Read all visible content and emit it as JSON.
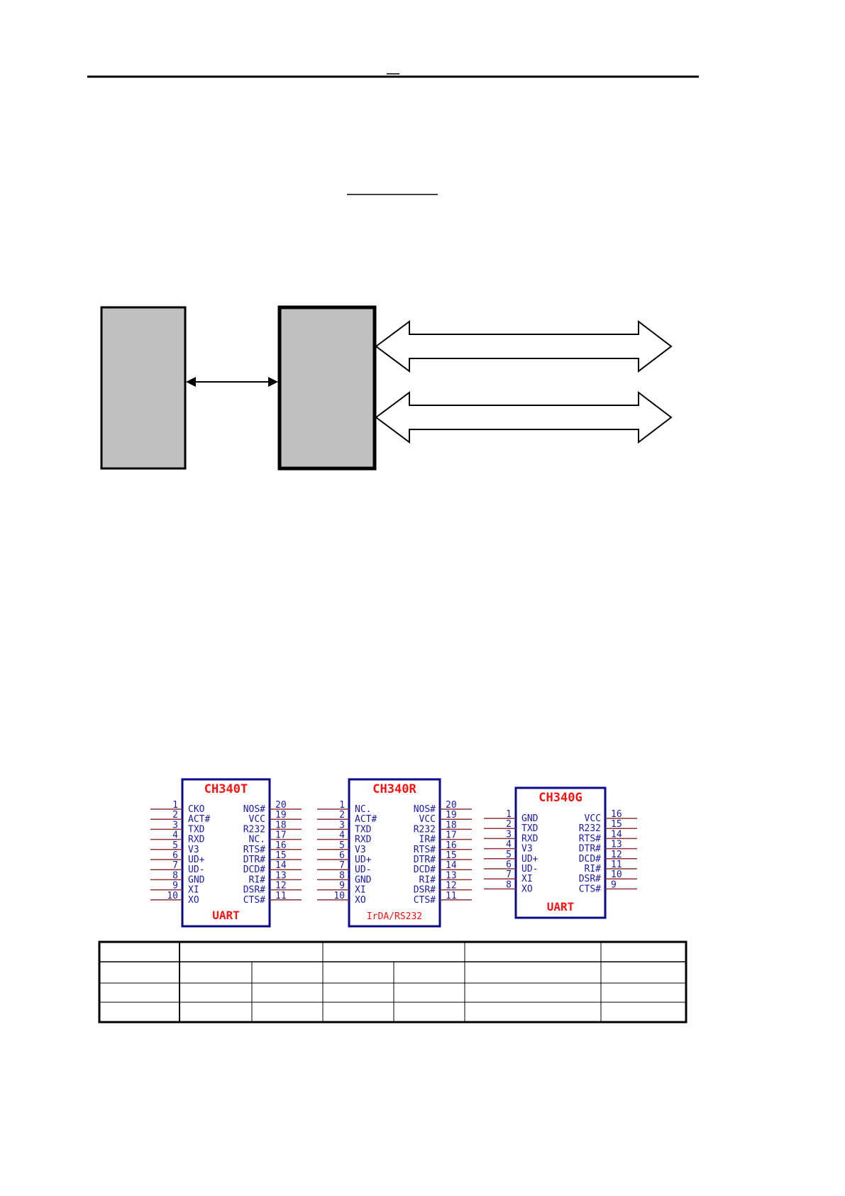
{
  "colors": {
    "chip_border": "#0a0a8a",
    "pin_line": "#8b3535",
    "pin_text": "#1a1aa8",
    "chip_title": "#ff1010",
    "block_fill": "#c0c0c0"
  },
  "chips": [
    {
      "title": "CH340T",
      "footer": "UART",
      "left": [
        [
          "1",
          "CKO"
        ],
        [
          "2",
          "ACT#"
        ],
        [
          "3",
          "TXD"
        ],
        [
          "4",
          "RXD"
        ],
        [
          "5",
          "V3"
        ],
        [
          "6",
          "UD+"
        ],
        [
          "7",
          "UD-"
        ],
        [
          "8",
          "GND"
        ],
        [
          "9",
          "XI"
        ],
        [
          "10",
          "XO"
        ]
      ],
      "right": [
        [
          "20",
          "NOS#"
        ],
        [
          "19",
          "VCC"
        ],
        [
          "18",
          "R232"
        ],
        [
          "17",
          "NC."
        ],
        [
          "16",
          "RTS#"
        ],
        [
          "15",
          "DTR#"
        ],
        [
          "14",
          "DCD#"
        ],
        [
          "13",
          "RI#"
        ],
        [
          "12",
          "DSR#"
        ],
        [
          "11",
          "CTS#"
        ]
      ]
    },
    {
      "title": "CH340R",
      "footer": "IrDA/RS232",
      "left": [
        [
          "1",
          "NC."
        ],
        [
          "2",
          "ACT#"
        ],
        [
          "3",
          "TXD"
        ],
        [
          "4",
          "RXD"
        ],
        [
          "5",
          "V3"
        ],
        [
          "6",
          "UD+"
        ],
        [
          "7",
          "UD-"
        ],
        [
          "8",
          "GND"
        ],
        [
          "9",
          "XI"
        ],
        [
          "10",
          "XO"
        ]
      ],
      "right": [
        [
          "20",
          "NOS#"
        ],
        [
          "19",
          "VCC"
        ],
        [
          "18",
          "R232"
        ],
        [
          "17",
          "IR#"
        ],
        [
          "16",
          "RTS#"
        ],
        [
          "15",
          "DTR#"
        ],
        [
          "14",
          "DCD#"
        ],
        [
          "13",
          "RI#"
        ],
        [
          "12",
          "DSR#"
        ],
        [
          "11",
          "CTS#"
        ]
      ]
    },
    {
      "title": "CH340G",
      "footer": "UART",
      "left": [
        [
          "1",
          "GND"
        ],
        [
          "2",
          "TXD"
        ],
        [
          "3",
          "RXD"
        ],
        [
          "4",
          "V3"
        ],
        [
          "5",
          "UD+"
        ],
        [
          "6",
          "UD-"
        ],
        [
          "7",
          "XI"
        ],
        [
          "8",
          "XO"
        ]
      ],
      "right": [
        [
          "16",
          "VCC"
        ],
        [
          "15",
          "R232"
        ],
        [
          "14",
          "RTS#"
        ],
        [
          "13",
          "DTR#"
        ],
        [
          "12",
          "DCD#"
        ],
        [
          "11",
          "RI#"
        ],
        [
          "10",
          "DSR#"
        ],
        [
          "9",
          "CTS#"
        ]
      ]
    }
  ]
}
